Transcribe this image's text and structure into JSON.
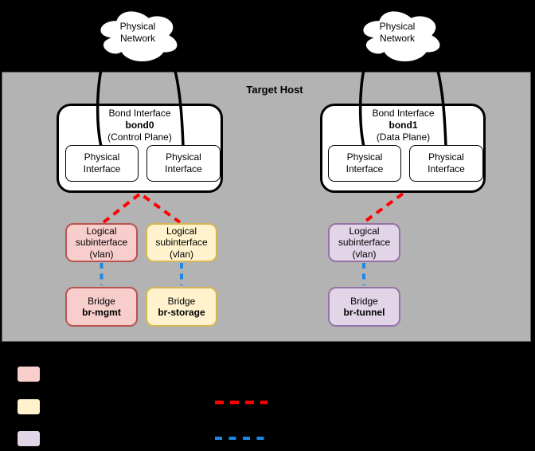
{
  "clouds": [
    {
      "label": "Physical Network"
    },
    {
      "label": "Physical Network"
    }
  ],
  "target_host": {
    "title": "Target Host"
  },
  "bonds": [
    {
      "title": "Bond Interface",
      "name": "bond0",
      "plane": "(Control Plane)",
      "interfaces": [
        {
          "label": "Physical Interface"
        },
        {
          "label": "Physical Interface"
        }
      ]
    },
    {
      "title": "Bond Interface",
      "name": "bond1",
      "plane": "(Data Plane)",
      "interfaces": [
        {
          "label": "Physical Interface"
        },
        {
          "label": "Physical Interface"
        }
      ]
    }
  ],
  "subinterfaces": [
    {
      "label": "Logical subinterface (vlan)",
      "fill": "#f8cecc",
      "border": "#b85450"
    },
    {
      "label": "Logical subinterface (vlan)",
      "fill": "#fff2cc",
      "border": "#d6b656"
    },
    {
      "label": "Logical subinterface (vlan)",
      "fill": "#e1d5e7",
      "border": "#9673a6"
    }
  ],
  "bridges": [
    {
      "label": "Bridge",
      "name": "br-mgmt",
      "fill": "#f8cecc",
      "border": "#b85450"
    },
    {
      "label": "Bridge",
      "name": "br-storage",
      "fill": "#fff2cc",
      "border": "#d6b656"
    },
    {
      "label": "Bridge",
      "name": "br-tunnel",
      "fill": "#e1d5e7",
      "border": "#9673a6"
    }
  ],
  "legend": {
    "swatches": [
      {
        "fill": "#f8cecc",
        "border": "#b85450"
      },
      {
        "fill": "#fff2cc",
        "border": "#d6b656"
      },
      {
        "fill": "#e1d5e7",
        "border": "#9673a6"
      }
    ],
    "lines": [
      {
        "style": "dashed",
        "color": "#ff0000"
      },
      {
        "style": "dashed",
        "color": "#1e87e5"
      }
    ]
  },
  "colors": {
    "background": "#000000",
    "host_panel": "#b3b3b3",
    "red_dash": "#ff0000",
    "blue_dash": "#1e87e5",
    "box_stroke": "#000000"
  }
}
